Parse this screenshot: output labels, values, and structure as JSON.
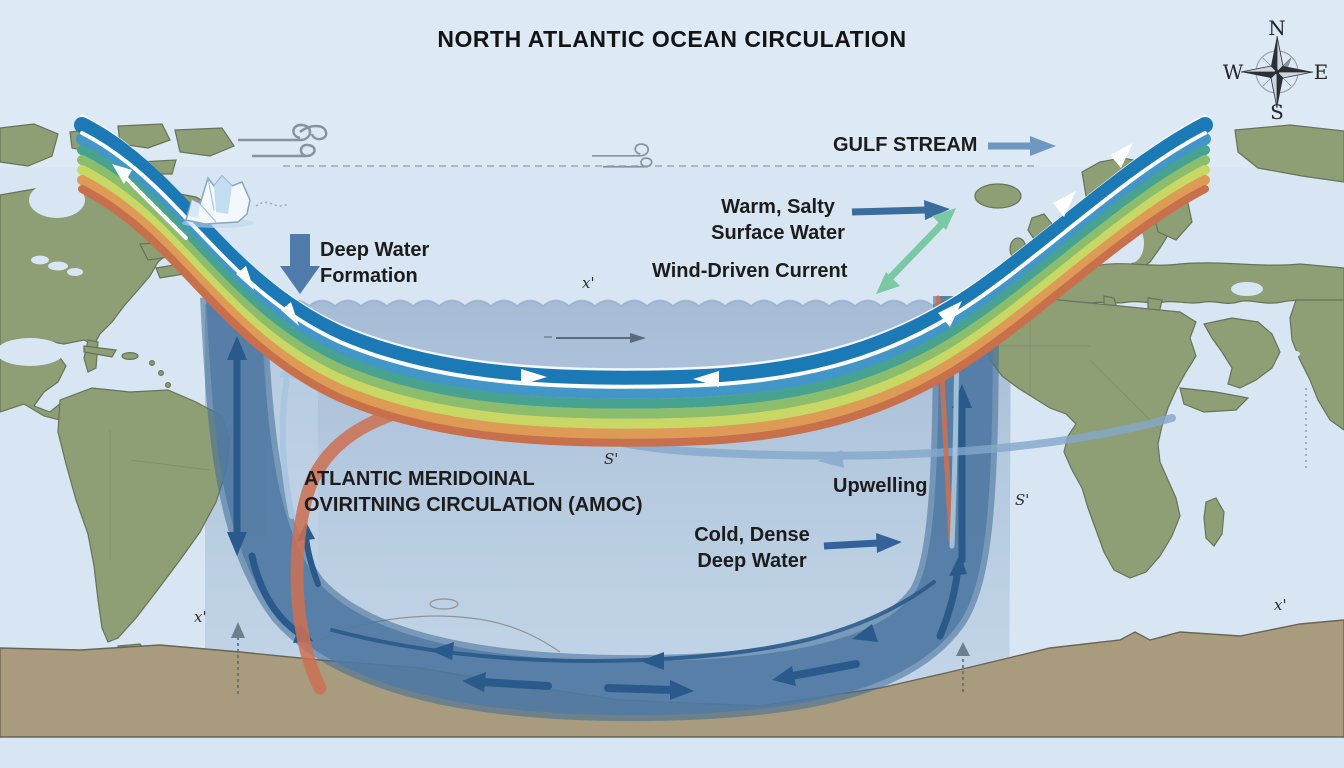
{
  "title": "NORTH ATLANTIC OCEAN CIRCULATION",
  "compass": {
    "n": "N",
    "e": "E",
    "s": "S",
    "w": "W"
  },
  "labels": {
    "gulf_stream": "GULF STREAM",
    "warm_salty": [
      "Warm, Salty",
      "Surface Water"
    ],
    "wind_driven": "Wind-Driven Current",
    "deep_water_formation": [
      "Deep Water",
      "Formation"
    ],
    "amoc": [
      "ATLANTIC MERIDOINAL",
      "OVIRITNING CIRCULATION (AMOC)"
    ],
    "upwelling": "Upwelling",
    "cold_dense": [
      "Cold, Dense",
      "Deep Water"
    ]
  },
  "marks": [
    {
      "text": "x'"
    },
    {
      "text": "x'"
    },
    {
      "text": "x'"
    },
    {
      "text": "S'"
    },
    {
      "text": "S'"
    }
  ],
  "colors": {
    "background_sky": "#d8e6f3",
    "ocean_interior_top": "#a6bcd6",
    "ocean_interior_bottom": "#c6d8ea",
    "land_green": "#8e9e75",
    "seafloor_tan": "#a89b7e",
    "deep_loop_blue": "#406d98",
    "loop_arrow_blue": "#2a5a8b",
    "surface_band": [
      "#1b7ab6",
      "#4296c8",
      "#47a38f",
      "#8cbd6d",
      "#c9d765",
      "#dd9b55",
      "#c8704c"
    ],
    "return_flow_salmon": "#cc7052",
    "wind_arrow_teal": "#7bc8a5",
    "label_text": "#1c1c1c"
  }
}
